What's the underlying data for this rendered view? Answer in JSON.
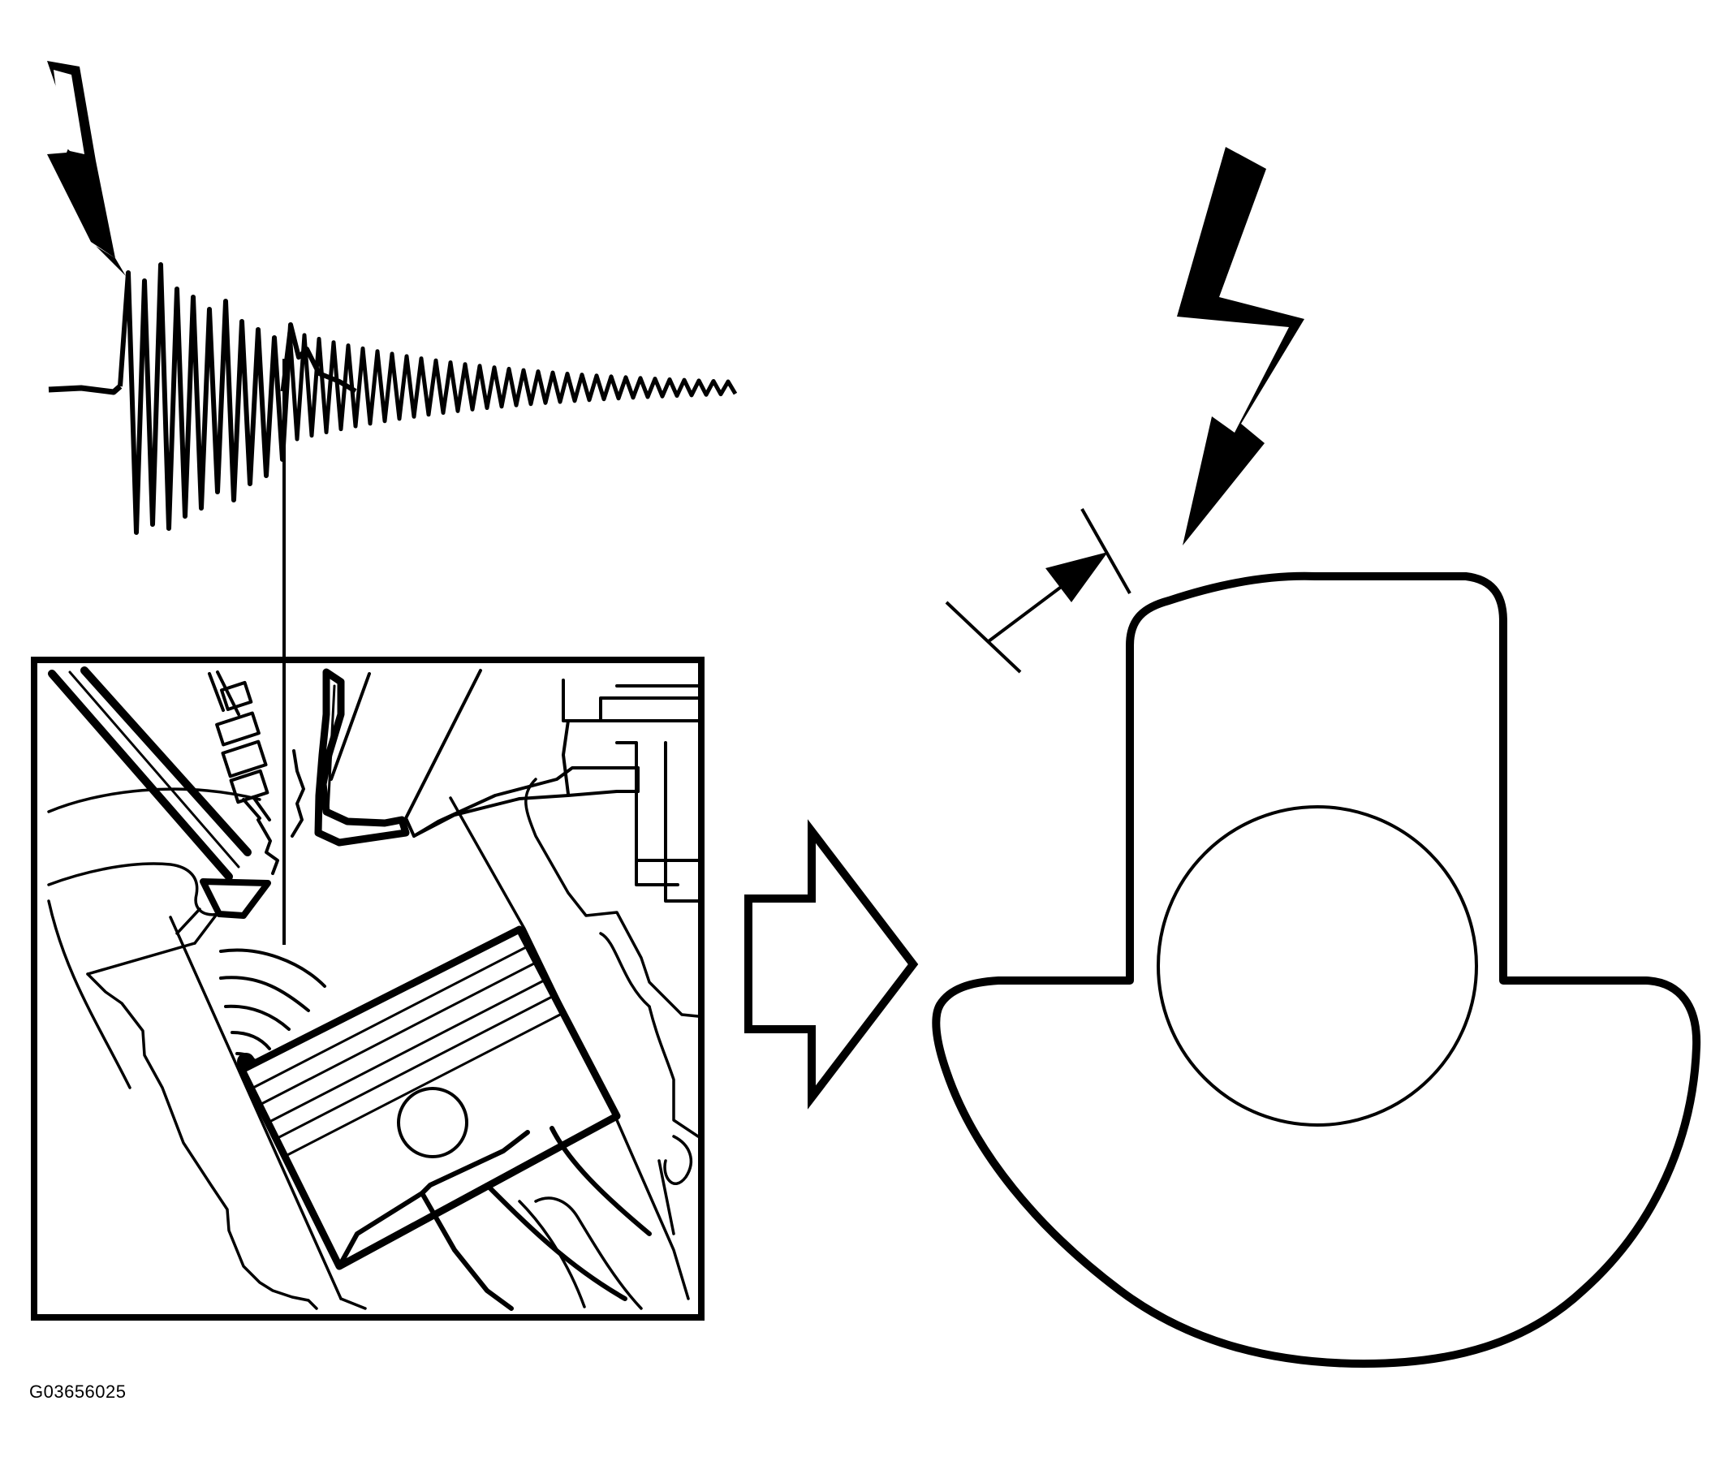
{
  "figure": {
    "id_label": "G03656025"
  },
  "colors": {
    "ink": "#000000",
    "paper": "#ffffff"
  },
  "icons": {
    "left_bolt": "lightning-bolt",
    "right_bolt": "lightning-bolt",
    "direction_arrow": "right-arrow"
  }
}
